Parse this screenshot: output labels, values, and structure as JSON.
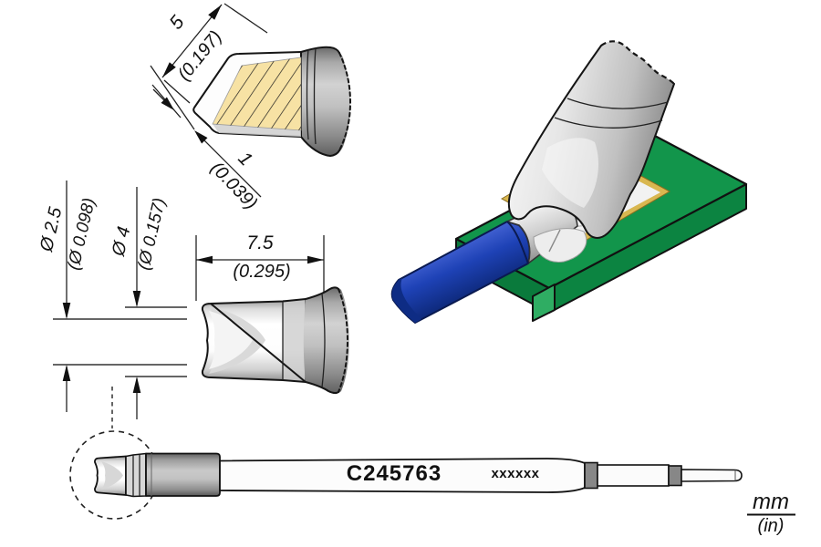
{
  "drawing": {
    "dimensions": {
      "tip_width": {
        "mm": "5",
        "in": "(0.197)"
      },
      "tip_edge": {
        "mm": "1",
        "in": "(0.039)"
      },
      "inner_dia": {
        "mm": "Ø 2.5",
        "in": "(Ø 0.098)"
      },
      "outer_dia": {
        "mm": "Ø 4",
        "in": "(Ø 0.157)"
      },
      "tip_length": {
        "mm": "7.5",
        "in": "(0.295)"
      }
    },
    "cartridge": {
      "model": "C245763",
      "serial": "xxxxxx"
    },
    "units": {
      "numerator": "mm",
      "denominator": "(in)"
    },
    "colors": {
      "solder_face_yellow": "#F7E2A4",
      "pcb_green_top": "#12954B",
      "pcb_green_side": "#0A7A3C",
      "pcb_corner_notch": "#2FAD63",
      "pad_gold": "#D9B750",
      "wire_blue": "#1E42B6",
      "metal_gray": "#9A9A9A",
      "line_black": "#111111"
    }
  }
}
